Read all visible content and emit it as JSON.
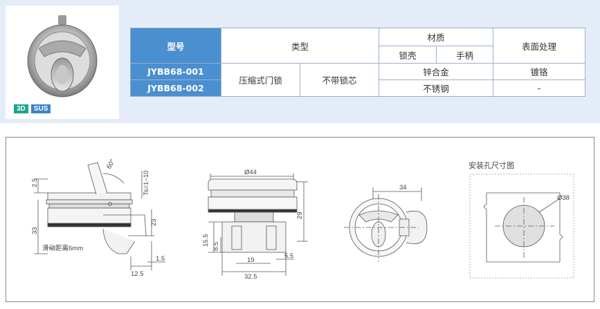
{
  "badges": [
    "3D",
    "SUS"
  ],
  "table": {
    "headers": {
      "model": "型号",
      "type": "类型",
      "material": "材质",
      "material_sub": [
        "锁壳",
        "手柄"
      ],
      "finish": "表面处理"
    },
    "rows": [
      {
        "model": "JYBB68-001",
        "material": "锌合金",
        "finish": "镀铬"
      },
      {
        "model": "JYBB68-002",
        "material": "不锈钢",
        "finish": "-"
      }
    ],
    "type1": "压缩式门锁",
    "type2": "不带锁芯"
  },
  "drawing": {
    "side_view": {
      "dims": [
        "2.5",
        "60°",
        "Ts=1~10",
        "33",
        "23",
        "1.5",
        "12.5"
      ],
      "note": "滑动距离6mm"
    },
    "front_view": {
      "dims": [
        "Ø44",
        "29",
        "15.5",
        "8.5",
        "19",
        "5.5",
        "32.5"
      ]
    },
    "top_view": {
      "dims": [
        "34"
      ]
    },
    "mounting_hole": {
      "title": "安装孔尺寸图",
      "dims": [
        "Ø38"
      ]
    }
  },
  "colors": {
    "header_blue": "#4a8fd0",
    "panel_bg": "#e3ecf7",
    "badge_green": "#17a68a",
    "badge_blue": "#3b84c8"
  }
}
